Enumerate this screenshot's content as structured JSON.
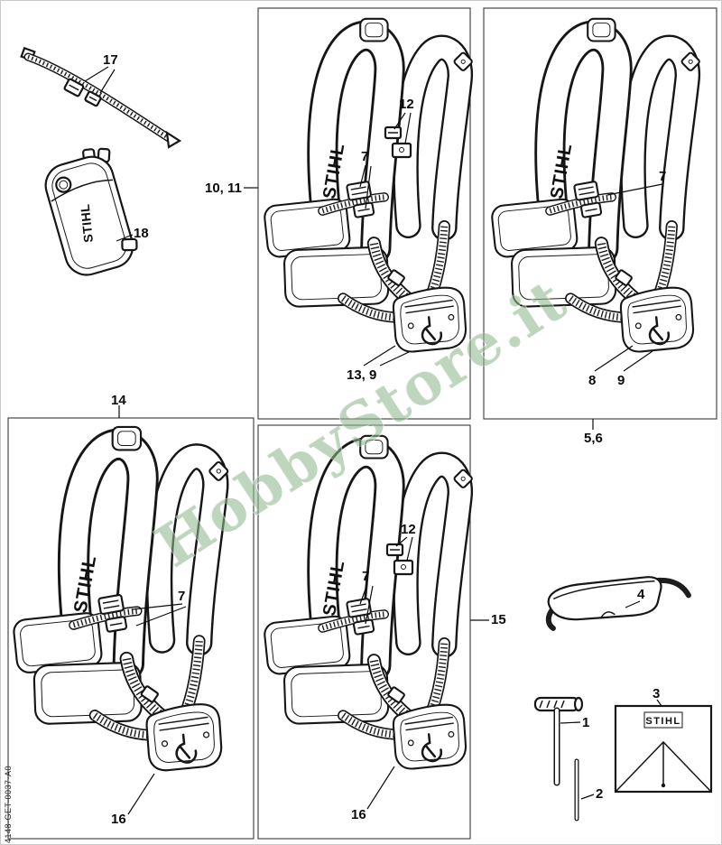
{
  "watermark": "HobbyStore.it",
  "doc_code": "4148-GET-0037-A0",
  "brand": "STIHL",
  "callouts": {
    "strap": "17",
    "pouch": "18",
    "harness_group_top": "10, 11",
    "clip_top": "12",
    "buckle_top": "7",
    "plate_top": "13, 9",
    "buckle_top_right": "7",
    "plate_screw": "8",
    "plate_hook": "9",
    "harness_group_right": "5,6",
    "harness_group_bottom_left": "14",
    "buckle_bottom_left": "7",
    "pouch_bottom_left": "16",
    "clip_bottom": "12",
    "buckle_bottom": "7",
    "pouch_bottom": "16",
    "harness_group_bottom": "15",
    "glasses": "4",
    "wrench": "1",
    "pin": "2",
    "bag": "3"
  }
}
